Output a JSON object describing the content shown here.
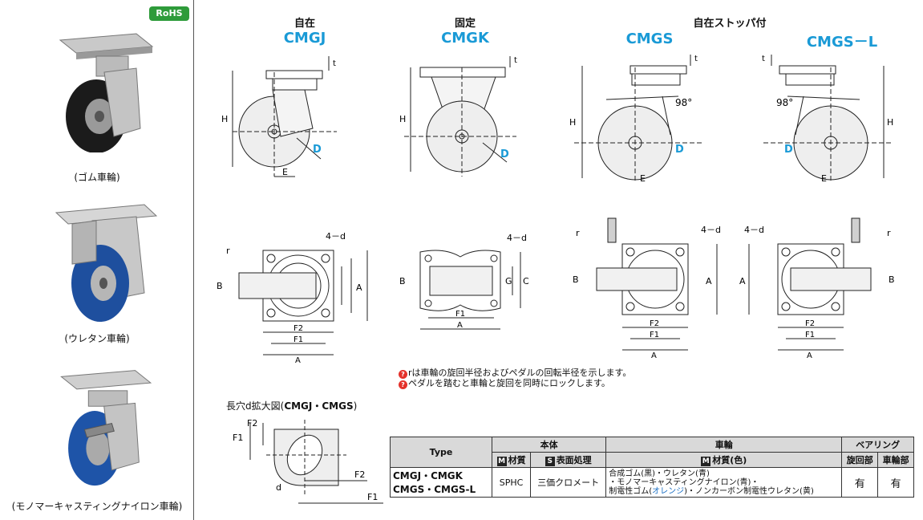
{
  "rohs_label": "RoHS",
  "left_panel": {
    "captions": [
      "(ゴム車輪)",
      "(ウレタン車輪)",
      "(モノマーキャスティングナイロン車輪)"
    ]
  },
  "headers": {
    "swivel_jp": "自在",
    "swivel_code": "CMGJ",
    "rigid_jp": "固定",
    "rigid_code": "CMGK",
    "stopper_jp": "自在ストッパ付",
    "stopper_code1": "CMGS",
    "stopper_code2": "CMGS－L"
  },
  "dims": {
    "t": "t",
    "H": "H",
    "D": "D",
    "E": "E",
    "deg98": "98°",
    "hole": "4－d",
    "r": "r",
    "B": "B",
    "A": "A",
    "C": "C",
    "G": "G",
    "F1": "F1",
    "F2": "F2",
    "d": "d"
  },
  "notes": [
    "rは車輪の旋回半径およびペダルの回転半径を示します。",
    "ペダルを踏むと車輪と旋回を同時にロックします。"
  ],
  "enlarged_title_prefix": "長穴d拡大図(",
  "enlarged_title_codes": "CMGJ・CMGS",
  "enlarged_title_suffix": ")",
  "table": {
    "type_header": "Type",
    "body_header": "本体",
    "wheel_header": "車輪",
    "bearing_header": "ベアリング",
    "material_header": "材質",
    "surface_header": "表面処理",
    "wheel_material_header": "材質(色)",
    "swivel_part": "旋回部",
    "wheel_part": "車輪部",
    "type_line1": "CMGJ・CMGK",
    "type_line2": "CMGS・CMGS-L",
    "material": "SPHC",
    "surface": "三価クロメート",
    "wheel_line1": "合成ゴム(黒)・ウレタン(青)",
    "wheel_line2": "・モノマーキャスティングナイロン(青)・",
    "wheel_line3a": "制電性ゴム(",
    "wheel_line3b": "オレンジ",
    "wheel_line3c": ")・ノンカーボン制電性ウレタン(黄)",
    "swivel_bearing": "有",
    "wheel_bearing": "有",
    "badge_m": "M",
    "badge_s": "S"
  }
}
